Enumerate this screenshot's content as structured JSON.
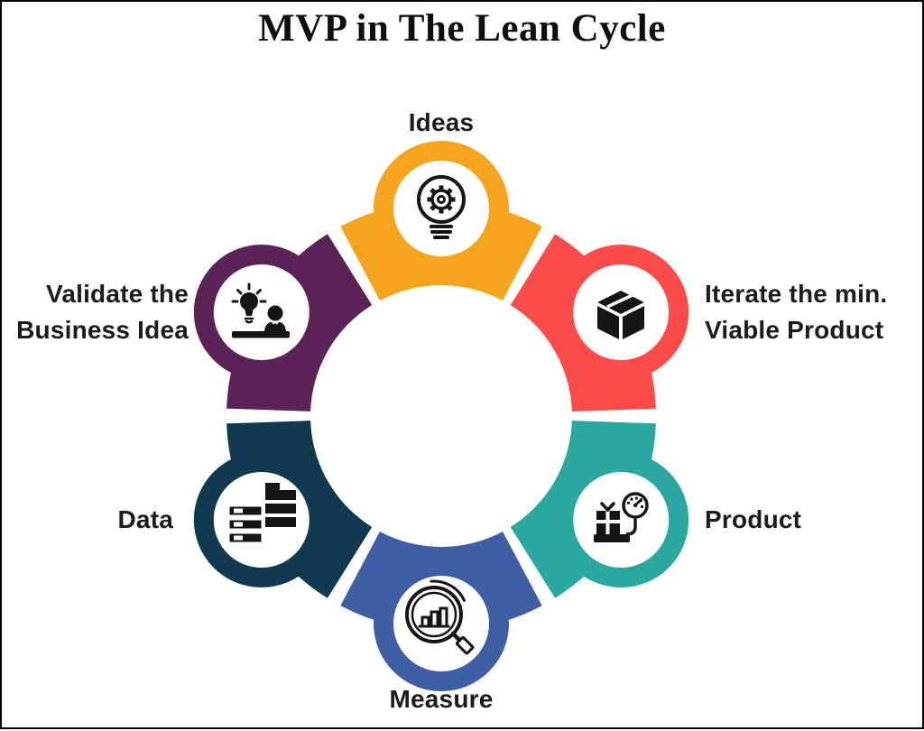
{
  "title": "MVP in The Lean Cycle",
  "cycle": {
    "nodes": [
      {
        "id": "ideas",
        "label": "Ideas",
        "icon": "lightbulb-gear-icon",
        "color": "#F5A41F"
      },
      {
        "id": "iterate",
        "label": "Iterate the min. Viable Product",
        "label_lines": [
          "Iterate the min.",
          "Viable Product"
        ],
        "icon": "package-box-icon",
        "color": "#FB4B4A"
      },
      {
        "id": "product",
        "label": "Product",
        "icon": "gift-gauge-icon",
        "color": "#2AA8A0"
      },
      {
        "id": "measure",
        "label": "Measure",
        "icon": "magnifier-bar-chart-icon",
        "color": "#3E5EA5"
      },
      {
        "id": "data",
        "label": "Data",
        "icon": "data-storage-icon",
        "color": "#113950"
      },
      {
        "id": "validate",
        "label": "Validate the Business Idea",
        "label_lines": [
          "Validate the",
          "Business Idea"
        ],
        "icon": "idea-presenter-icon",
        "color": "#5B2356"
      }
    ]
  }
}
